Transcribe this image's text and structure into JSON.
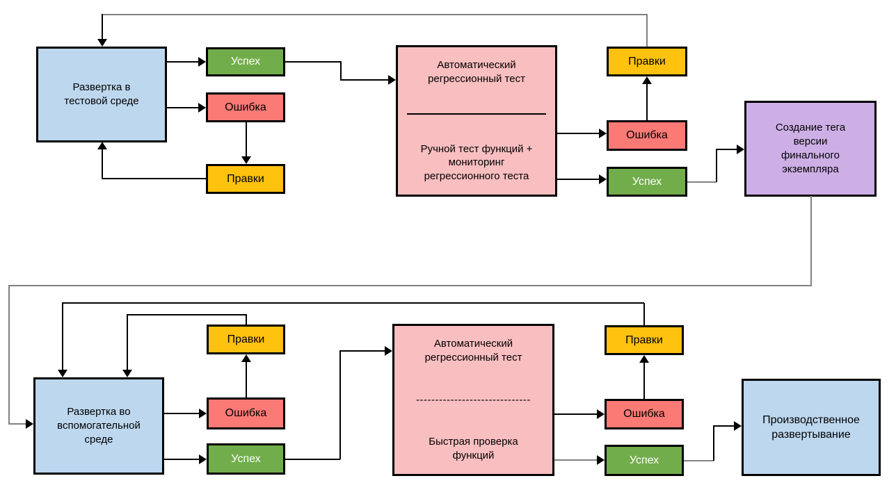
{
  "colors": {
    "blue": "#BDD7EE",
    "green": "#72AD4C",
    "red": "#FB7A76",
    "yellow": "#FFC20E",
    "pink": "#F9BEC0",
    "purple": "#CDAFE6",
    "line_black": "#000000",
    "line_gray": "#808080"
  },
  "badges": {
    "success": "Успех",
    "error": "Ошибка",
    "fixes": "Правки"
  },
  "nodes": {
    "deploy_test": {
      "label": "Развертка в\nтестовой среде"
    },
    "regression_test_1": {
      "top": "Автоматический\nрегрессионный тест",
      "bottom": "Ручной тест функций +\nмониторинг\nрегрессионного теста"
    },
    "create_tag": {
      "label": "Создание тега\nверсии\nфинального\nэкземпляра"
    },
    "deploy_staging": {
      "label": "Развертка во\nвспомогательной\nсреде"
    },
    "regression_test_2": {
      "top": "Автоматический\nрегрессионный тест",
      "divider": "------------------------------",
      "bottom": "Быстрая проверка\nфункций"
    },
    "production": {
      "label": "Производственное\nразвертывание"
    }
  }
}
